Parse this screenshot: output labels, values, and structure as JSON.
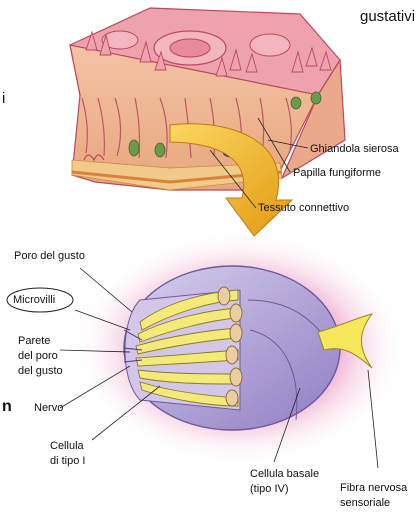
{
  "edge_text": {
    "top_right": "gustativi",
    "left_i": "i",
    "left_n": "n"
  },
  "labels": {
    "ghiandola": "Ghiandola sierosa",
    "papilla": "Papilla fungiforme",
    "tessuto": "Tessuto connettivo",
    "poro": "Poro del gusto",
    "microvilli": "Microvilli",
    "parete_1": "Parete",
    "parete_2": "del poro",
    "parete_3": "del gusto",
    "nervo": "Nervo",
    "cellula_1": "Cellula",
    "cellula_2": "di tipo I",
    "basale_1": "Cellula basale",
    "basale_2": "(tipo IV)",
    "fibra_1": "Fibra nervosa",
    "fibra_2": "sensoriale"
  },
  "colors": {
    "tissue_pink": "#e89aa8",
    "tissue_dark": "#c8566b",
    "connective": "#f1c98a",
    "muscle": "#d9823a",
    "arrow": "#f2b320",
    "halo": "#e87fb0",
    "bud_purple": "#a99ad0",
    "cell_yellow": "#f3ea7a",
    "nerve": "#f6e65a"
  }
}
